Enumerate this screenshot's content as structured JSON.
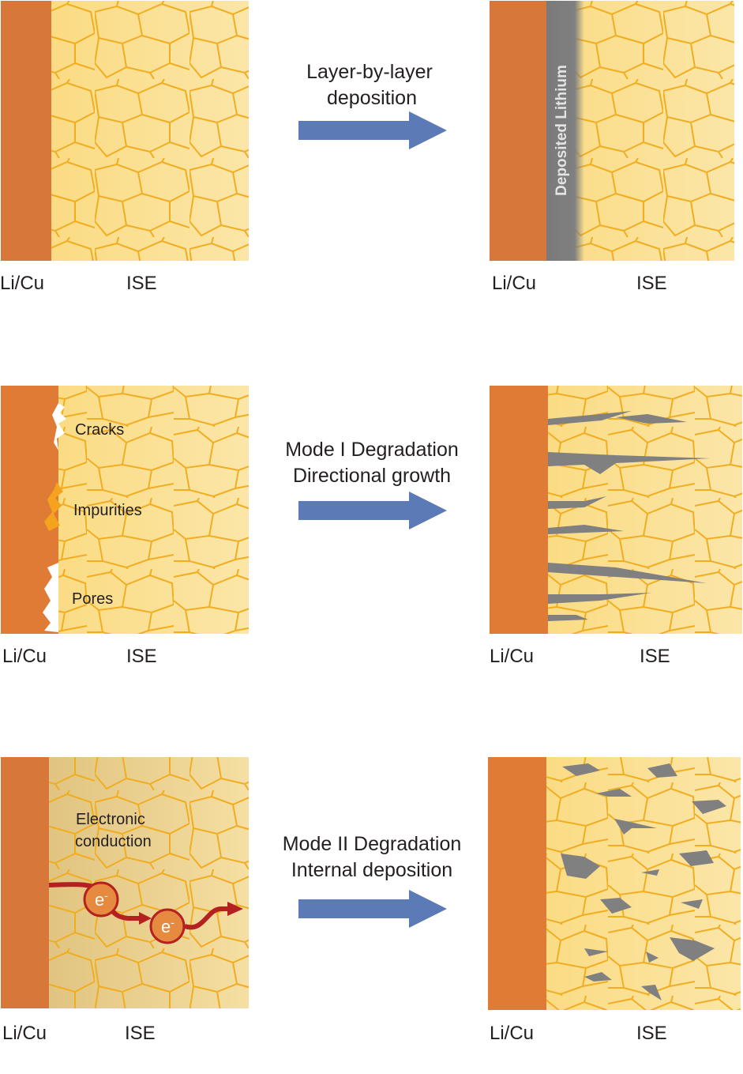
{
  "labels": {
    "electrode": "Li/Cu",
    "electrolyte": "ISE"
  },
  "panels": {
    "row1": {
      "arrow_line1": "Layer-by-layer",
      "arrow_line2": "deposition",
      "deposit_label": "Deposited Lithium"
    },
    "row2": {
      "arrow_line1": "Mode  I Degradation",
      "arrow_line2": "Directional growth",
      "defects": [
        "Cracks",
        "Impurities",
        "Pores"
      ]
    },
    "row3": {
      "arrow_line1": "Mode  II Degradation",
      "arrow_line2": "Internal deposition",
      "conduction_line1": "Electronic",
      "conduction_line2": "conduction",
      "electron_symbol": "e",
      "electron_charge": "-"
    }
  },
  "colors": {
    "electrode": "#e07b35",
    "electrode_dark": "#d8773a",
    "grain_fill": "#fbdc7f",
    "grain_boundary": "#f0ad22",
    "lithium": "#7f7f7f",
    "arrow": "#5c7bb6",
    "electron_path": "#b52121",
    "electron_fill": "#e58a3e"
  }
}
